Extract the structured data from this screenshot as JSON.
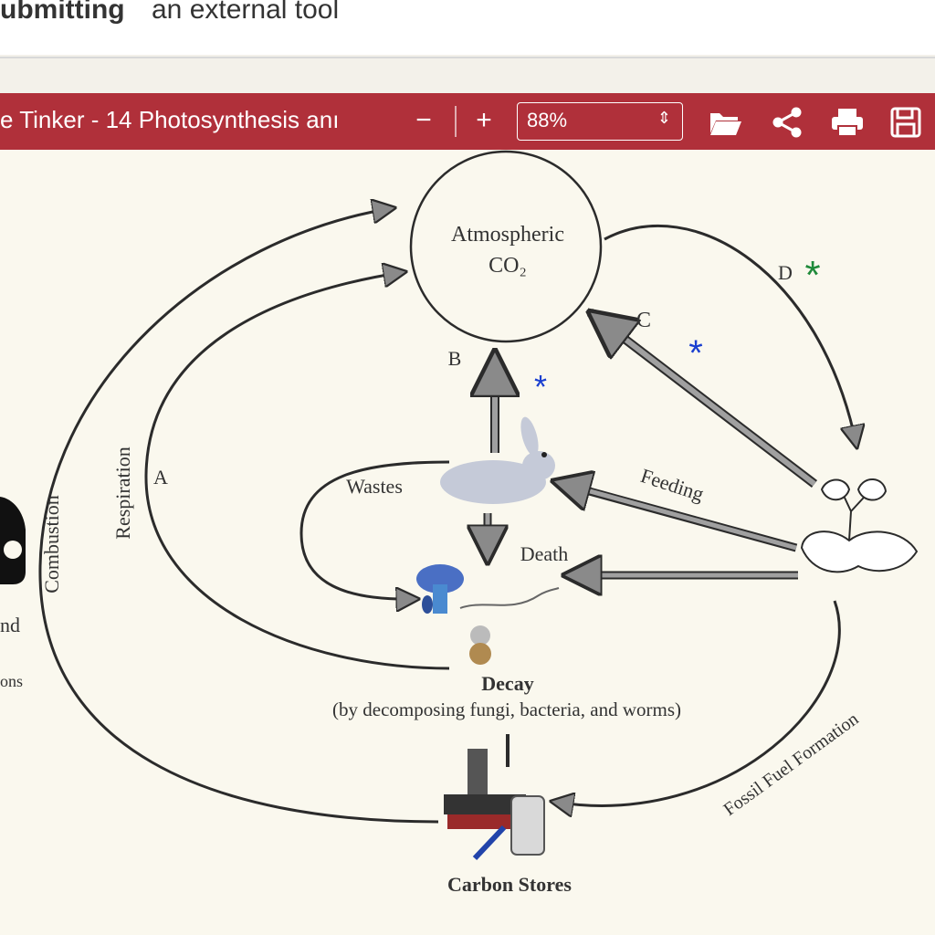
{
  "header": {
    "submitting_text": "ubmitting",
    "external_tool_text": "an external tool"
  },
  "toolbar": {
    "title": "e Tinker - 14 Photosynthesis anı",
    "zoom_out_label": "−",
    "zoom_in_label": "+",
    "zoom_value": "88%",
    "zoom_arrow": "⌃⌄",
    "open_icon": "folder-icon",
    "share_icon": "share-icon",
    "print_icon": "print-icon",
    "save_icon": "save-icon"
  },
  "diagram": {
    "atmospheric": "Atmospheric",
    "co2": "CO₂",
    "label_a": "A",
    "label_b": "B",
    "label_c": "C",
    "label_d": "D",
    "respiration": "Respiration",
    "combustion": "Combustion",
    "wastes": "Wastes",
    "feeding": "Feeding",
    "death": "Death",
    "decay": "Decay",
    "decay_detail": "(by decomposing fungi, bacteria, and worms)",
    "fossil_fuel": "Fossil Fuel Formation",
    "carbon_stores": "Carbon Stores",
    "left_partial_1": "nd",
    "left_partial_2": "ons"
  },
  "colors": {
    "toolbar": "#b0303a",
    "asterisk_blue": "#1a3fd0",
    "asterisk_green": "#1f8a3a",
    "line": "#2b2b2b"
  }
}
